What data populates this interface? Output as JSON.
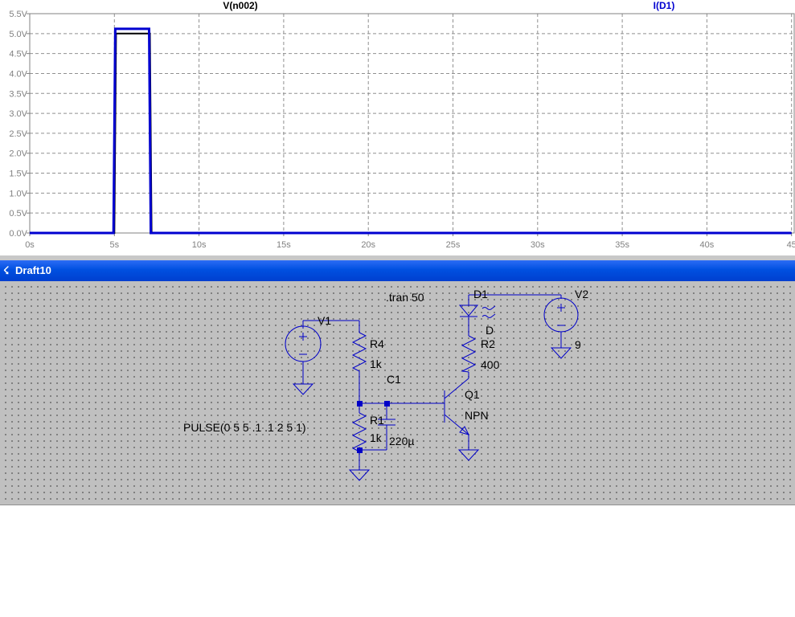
{
  "plot": {
    "trace_labels": {
      "voltage": "V(n002)",
      "current": "I(D1)"
    },
    "colors": {
      "voltage": "#000000",
      "current": "#0000d0",
      "grid": "#909090",
      "axis_text": "#808080"
    },
    "y_ticks": [
      "0.0V",
      "0.5V",
      "1.0V",
      "1.5V",
      "2.0V",
      "2.5V",
      "3.0V",
      "3.5V",
      "4.0V",
      "4.5V",
      "5.0V",
      "5.5V"
    ],
    "x_ticks": [
      "0s",
      "5s",
      "10s",
      "15s",
      "20s",
      "25s",
      "30s",
      "35s",
      "40s",
      "45"
    ]
  },
  "chart_data": {
    "type": "line",
    "xlim": [
      0,
      45
    ],
    "ylim": [
      0,
      5.5
    ],
    "grid": true,
    "series": [
      {
        "name": "V(n002)",
        "x": [
          0,
          5.0,
          5.1,
          7.1,
          7.2,
          45
        ],
        "y": [
          0,
          0,
          5.0,
          5.0,
          0,
          0
        ]
      },
      {
        "name": "I(D1)",
        "x": [
          0,
          4.95,
          5.05,
          7.05,
          7.15,
          45
        ],
        "y": [
          0,
          0,
          5.12,
          5.12,
          0,
          0
        ]
      }
    ]
  },
  "schematic": {
    "window_title": "Draft10",
    "directive": ".tran 50",
    "v1": {
      "name": "V1",
      "value": "PULSE(0 5 5 .1 .1 2 5 1)"
    },
    "v2": {
      "name": "V2",
      "value": "9"
    },
    "r4": {
      "name": "R4",
      "value": "1k"
    },
    "r1": {
      "name": "R1",
      "value": "1k"
    },
    "c1": {
      "name": "C1",
      "value": "220µ"
    },
    "r2": {
      "name": "R2",
      "value": "400"
    },
    "d1": {
      "name": "D1",
      "value": "D"
    },
    "q1": {
      "name": "Q1",
      "value": "NPN"
    },
    "colors": {
      "wire": "#0000c8",
      "background": "#c0c0c0"
    }
  }
}
